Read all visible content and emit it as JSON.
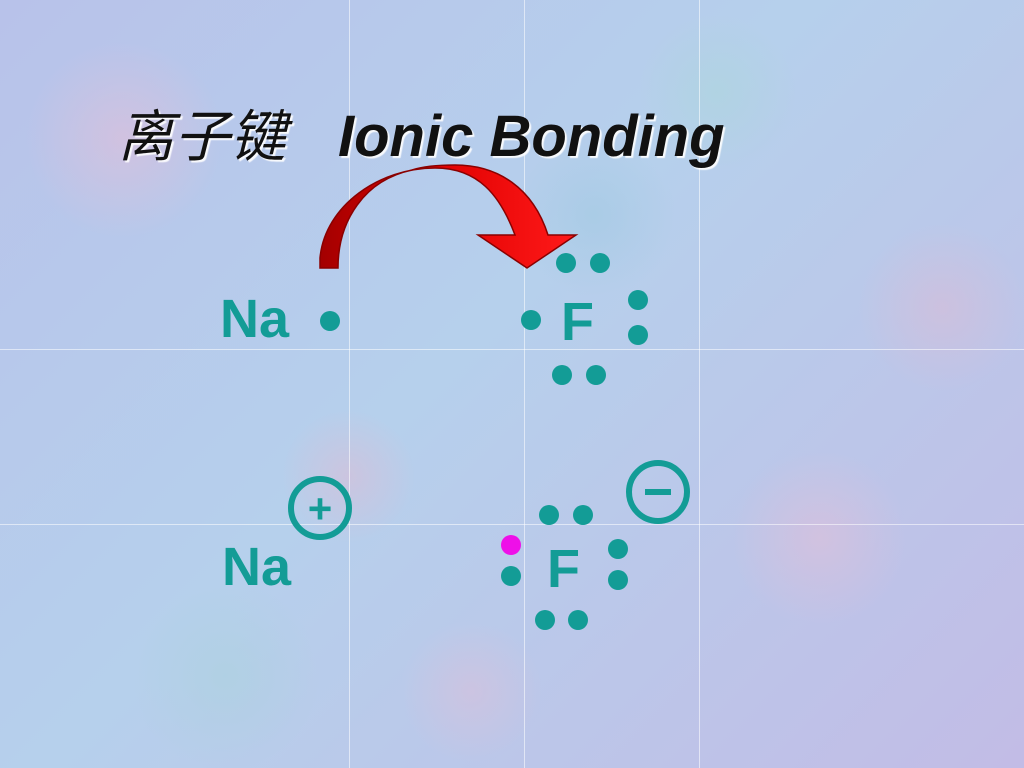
{
  "slide": {
    "title_zh": "离子键",
    "title_en": "Ionic Bonding"
  },
  "top_row": {
    "sodium_symbol": "Na",
    "fluorine_symbol": "F"
  },
  "bottom_row": {
    "sodium_symbol": "Na",
    "fluorine_symbol": "F",
    "sodium_charge": "+",
    "fluorine_charge": "−"
  },
  "colors": {
    "element_teal": "#139c96",
    "transferred_electron_magenta": "#ee10e8",
    "arrow_red": "#e00000",
    "arrow_dark_red": "#a30000",
    "title_text": "#111111"
  },
  "icons": [
    "curved-arrow-icon",
    "plus-charge-icon",
    "minus-charge-icon"
  ]
}
